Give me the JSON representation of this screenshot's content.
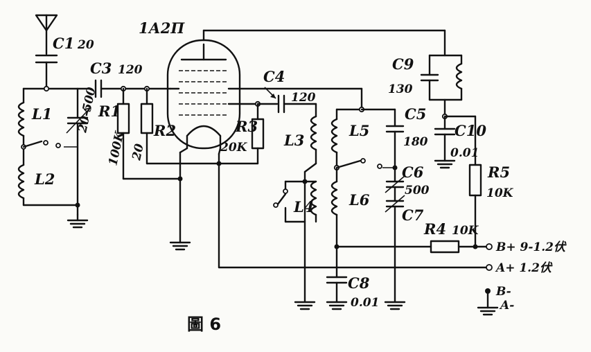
{
  "tube": "1А2П",
  "caption": "圖 6",
  "components": {
    "C1": {
      "label": "C1",
      "value": "20"
    },
    "C3": {
      "label": "C3",
      "value": "120"
    },
    "C4": {
      "label": "C4",
      "value": "120"
    },
    "C5": {
      "label": "C5",
      "value": "180"
    },
    "C6": {
      "label": "C6",
      "value": "500"
    },
    "C7": {
      "label": "C7"
    },
    "C8": {
      "label": "C8",
      "value": "0.01"
    },
    "C9": {
      "label": "C9",
      "value": "130"
    },
    "C10": {
      "label": "C10",
      "value": "0.01"
    },
    "R1": {
      "label": "R1",
      "value": "100K"
    },
    "R2": {
      "label": "R2",
      "value": "20"
    },
    "R3": {
      "label": "R3",
      "value": "20K"
    },
    "R4": {
      "label": "R4",
      "value": "10K"
    },
    "R5": {
      "label": "R5",
      "value": "10K"
    },
    "L1": {
      "label": "L1"
    },
    "L2": {
      "label": "L2"
    },
    "L3": {
      "label": "L3"
    },
    "L4": {
      "label": "L4"
    },
    "L5": {
      "label": "L5"
    },
    "L6": {
      "label": "L6"
    },
    "VC": {
      "value": "20-500"
    }
  },
  "terminals": {
    "b_plus": "B+ 9-1.2伏",
    "a_plus": "A+ 1.2伏",
    "b_minus": "B-",
    "a_minus": "A-"
  }
}
